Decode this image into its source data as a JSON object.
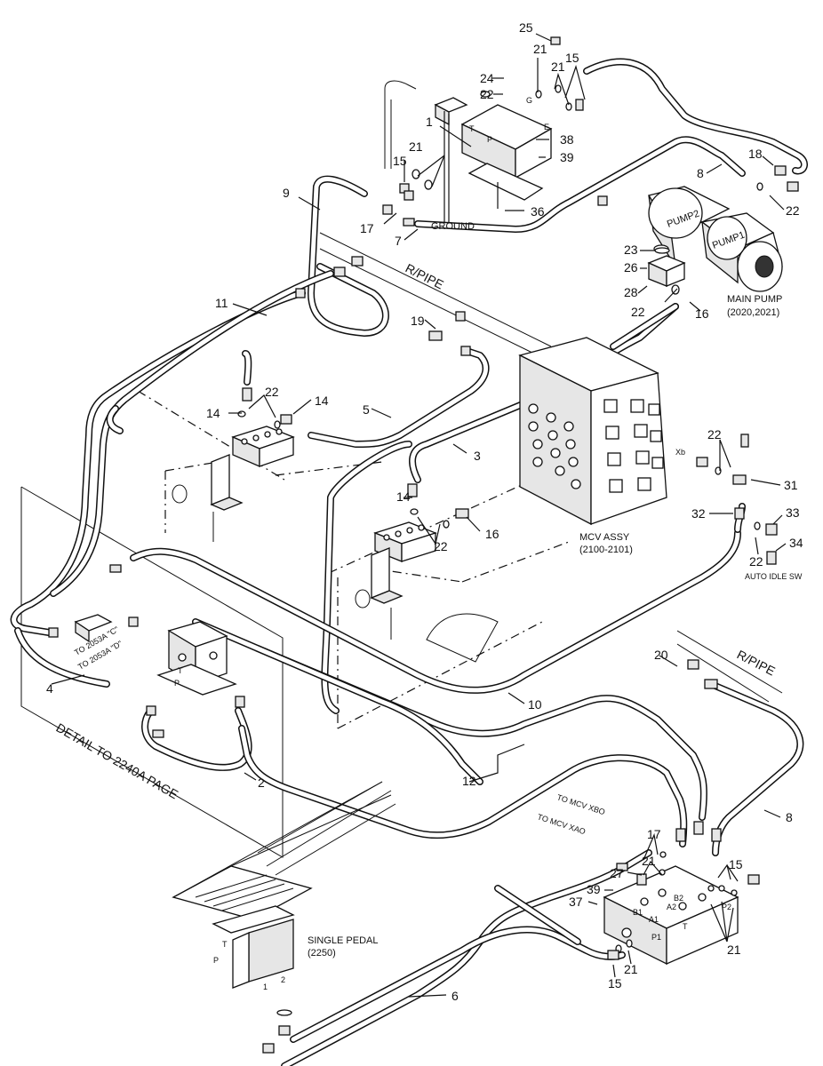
{
  "diagram": {
    "callouts": [
      "1",
      "2",
      "3",
      "4",
      "5",
      "6",
      "7",
      "8",
      "9",
      "10",
      "11",
      "12",
      "14",
      "15",
      "16",
      "17",
      "18",
      "19",
      "20",
      "21",
      "22",
      "23",
      "24",
      "25",
      "26",
      "27",
      "28",
      "31",
      "32",
      "33",
      "34",
      "36",
      "37",
      "38",
      "39"
    ],
    "labels": {
      "ground": "GROUND",
      "rpipe": "R/PIPE",
      "pump1": "PUMP1",
      "pump2": "PUMP2",
      "main_pump": "MAIN PUMP",
      "main_pump_ref": "(2020,2021)",
      "mcv_assy": "MCV ASSY",
      "mcv_ref": "(2100-2101)",
      "auto_idle": "AUTO IDLE SW",
      "detail": "DETAIL TO 2240A PAGE",
      "to_2053a_c": "TO 2053A \"C\"",
      "to_2053a_d": "TO 2053A \"D\"",
      "to_mcv_xbo": "TO MCV XBO",
      "to_mcv_xao": "TO MCV XAO",
      "single_pedal": "SINGLE PEDAL",
      "single_pedal_ref": "(2250)",
      "xb": "Xb",
      "port_t": "T",
      "port_p": "P",
      "port_g": "G",
      "port_e": "E",
      "port_a1": "A1",
      "port_a2": "A2",
      "port_b1": "B1",
      "port_b2": "B2",
      "port_p1": "P1",
      "port_p2": "P2",
      "pedal_1": "1",
      "pedal_2": "2"
    }
  }
}
